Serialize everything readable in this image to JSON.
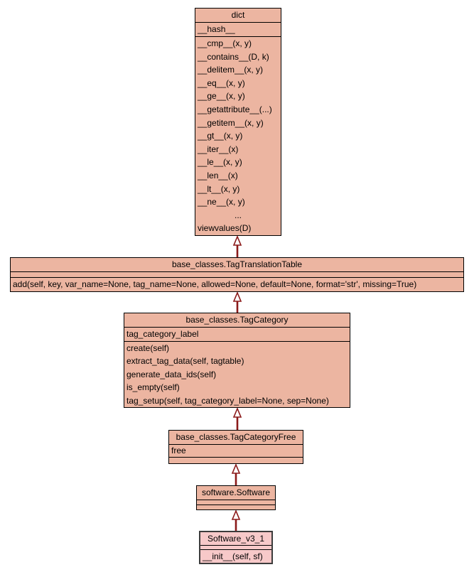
{
  "colors": {
    "background": "#ffffff",
    "box_fill": "#ecb5a1",
    "highlight_fill": "#f7c9c9",
    "border": "#000000",
    "highlight_border": "#3c3c3c",
    "arrow": "#8b1a1a"
  },
  "diagram": {
    "type": "uml-class-inheritance",
    "classes": [
      {
        "title": "dict",
        "attributes": [
          "__hash__"
        ],
        "methods": [
          "__cmp__(x, y)",
          "__contains__(D, k)",
          "__delitem__(x, y)",
          "__eq__(x, y)",
          "__ge__(x, y)",
          "__getattribute__(...)",
          "__getitem__(x, y)",
          "__gt__(x, y)",
          "__iter__(x)",
          "__le__(x, y)",
          "__len__(x)",
          "__lt__(x, y)",
          "__ne__(x, y)",
          "...",
          "viewvalues(D)"
        ]
      },
      {
        "title": "base_classes.TagTranslationTable",
        "attributes": [],
        "methods": [
          "add(self, key, var_name=None, tag_name=None, allowed=None, default=None, format='str', missing=True)"
        ]
      },
      {
        "title": "base_classes.TagCategory",
        "attributes": [
          "tag_category_label"
        ],
        "methods": [
          "create(self)",
          "extract_tag_data(self, tagtable)",
          "generate_data_ids(self)",
          "is_empty(self)",
          "tag_setup(self, tag_category_label=None, sep=None)"
        ]
      },
      {
        "title": "base_classes.TagCategoryFree",
        "attributes": [
          "free"
        ],
        "methods": []
      },
      {
        "title": "software.Software",
        "attributes": [],
        "methods": []
      },
      {
        "title": "Software_v3_1",
        "attributes": [],
        "methods": [
          "__init__(self, sf)"
        ],
        "highlighted": true
      }
    ],
    "relations": [
      {
        "type": "inheritance",
        "from": "base_classes.TagTranslationTable",
        "to": "dict"
      },
      {
        "type": "inheritance",
        "from": "base_classes.TagCategory",
        "to": "base_classes.TagTranslationTable"
      },
      {
        "type": "inheritance",
        "from": "base_classes.TagCategoryFree",
        "to": "base_classes.TagCategory"
      },
      {
        "type": "inheritance",
        "from": "software.Software",
        "to": "base_classes.TagCategoryFree"
      },
      {
        "type": "inheritance",
        "from": "Software_v3_1",
        "to": "software.Software"
      }
    ]
  }
}
